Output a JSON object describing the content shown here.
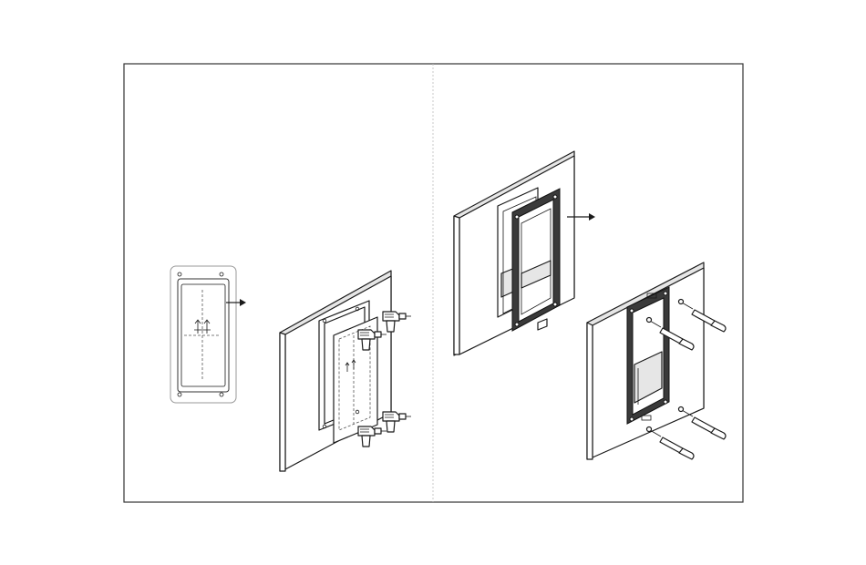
{
  "colors": {
    "line": "#1a1a1a",
    "frame": "#333333",
    "divider": "#bbbbbb"
  },
  "panels": [
    {
      "name": "template-and-drilling"
    },
    {
      "name": "frame-mounting-and-screwing"
    }
  ],
  "icons": [
    "template-sheet",
    "direction-arrow",
    "wall-panel",
    "power-drill",
    "mounting-frame",
    "anchor-plug",
    "screw"
  ]
}
